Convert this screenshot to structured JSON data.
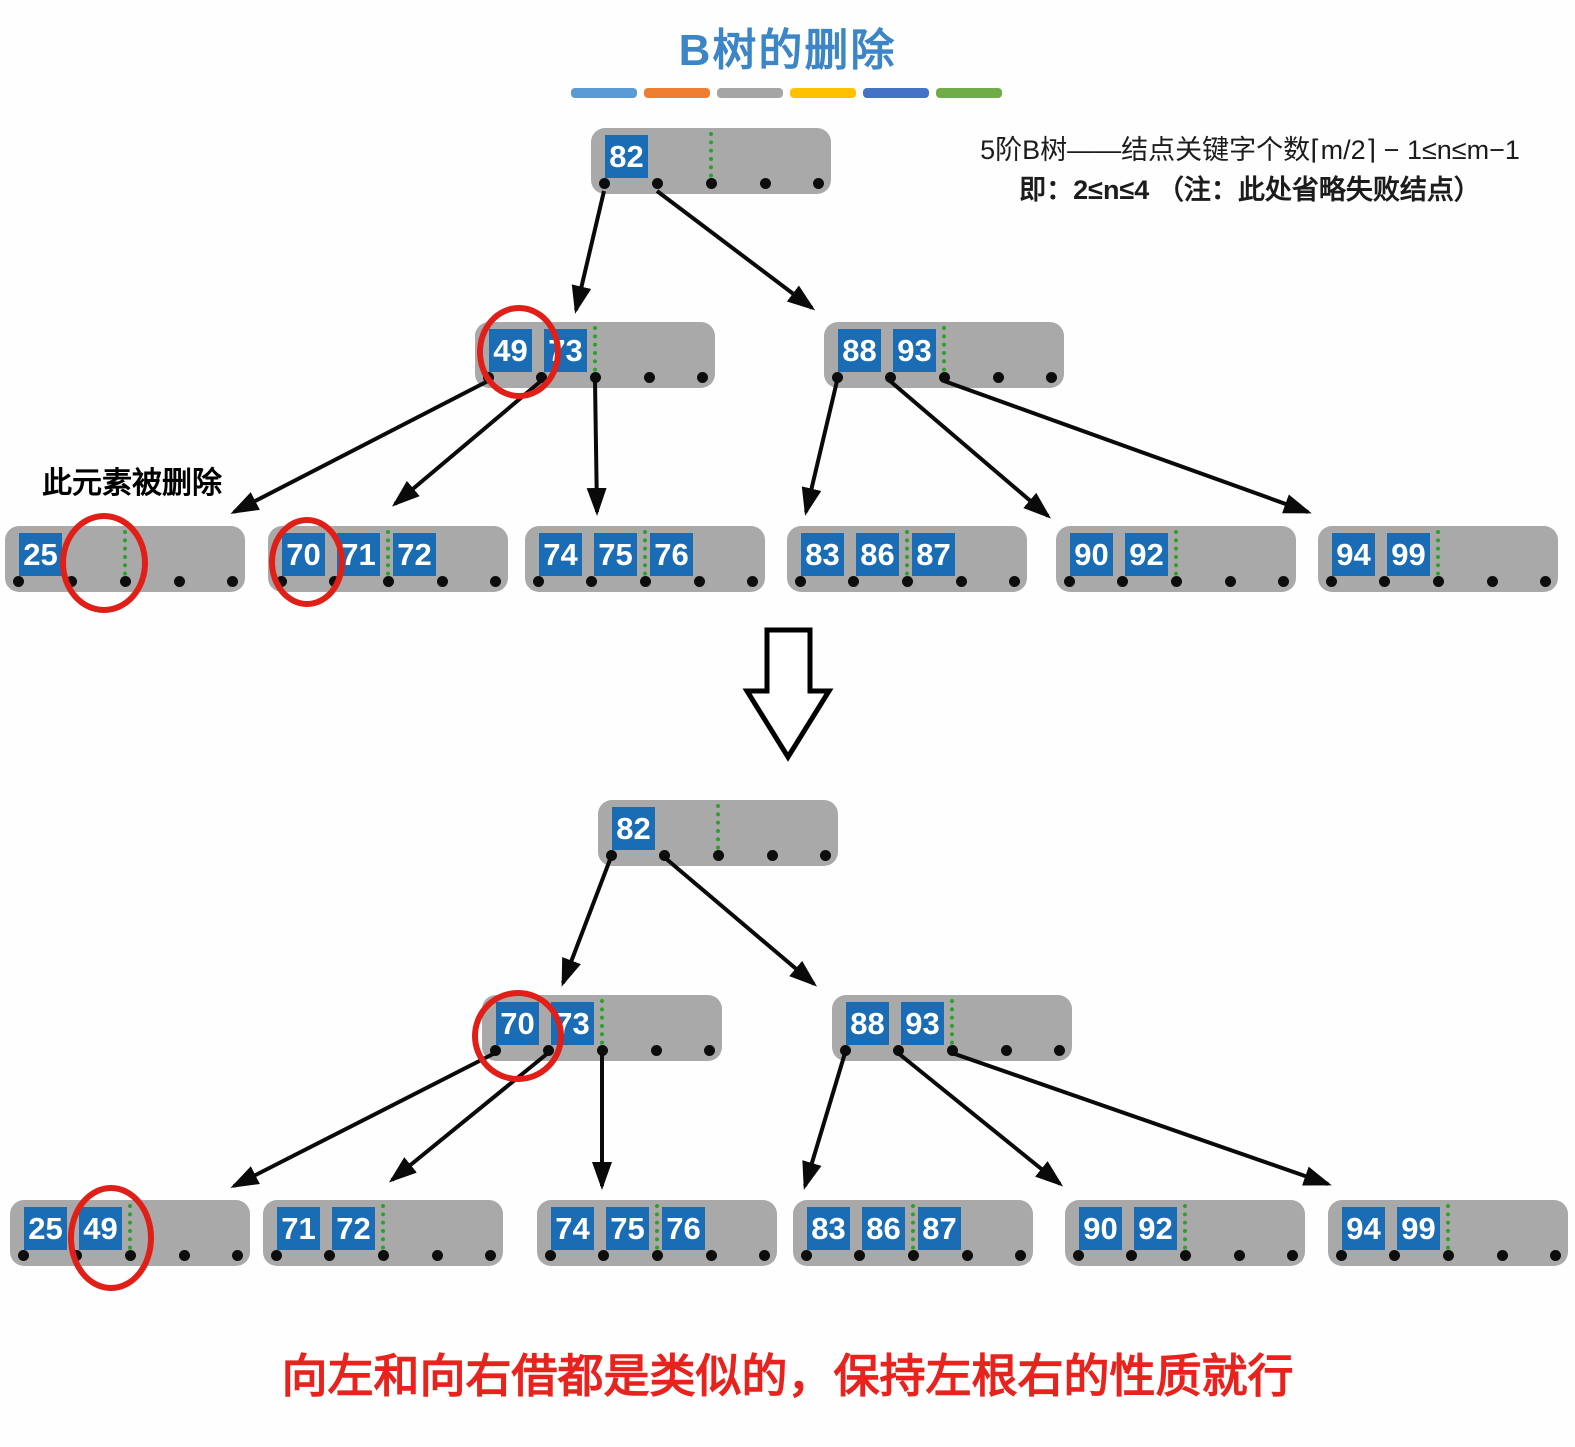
{
  "header": {
    "title": "B树的删除",
    "underline_colors": [
      "#5b9bd5",
      "#ed7d31",
      "#a5a5a5",
      "#ffc000",
      "#4472c4",
      "#70ad47"
    ]
  },
  "note": {
    "line1": "5阶B树——结点关键字个数⌈m/2⌉ − 1≤n≤m−1",
    "line2": "即：2≤n≤4 （注：此处省略失败结点）"
  },
  "annotation": {
    "deleted_label": "此元素被删除"
  },
  "footer": {
    "caption": "向左和向右借都是类似的，保持左根右的性质就行"
  },
  "colors": {
    "node_gray": "#a9a9a9",
    "key_blue": "#1a6cb4",
    "divider_green": "#2ca02c",
    "highlight_red": "#e02018",
    "title_blue": "#3c86c7",
    "caption_red": "#e8231e"
  },
  "tree_before": {
    "root": {
      "keys": [
        "82"
      ]
    },
    "level2": [
      {
        "keys": [
          "49",
          "73"
        ]
      },
      {
        "keys": [
          "88",
          "93"
        ]
      }
    ],
    "leaves": [
      {
        "keys": [
          "25"
        ]
      },
      {
        "keys": [
          "70",
          "71",
          "72"
        ]
      },
      {
        "keys": [
          "74",
          "75",
          "76"
        ]
      },
      {
        "keys": [
          "83",
          "86",
          "87"
        ]
      },
      {
        "keys": [
          "90",
          "92"
        ]
      },
      {
        "keys": [
          "94",
          "99"
        ]
      }
    ],
    "highlighted_keys": [
      "49",
      "70",
      "deleted-slot"
    ]
  },
  "tree_after": {
    "root": {
      "keys": [
        "82"
      ]
    },
    "level2": [
      {
        "keys": [
          "70",
          "73"
        ]
      },
      {
        "keys": [
          "88",
          "93"
        ]
      }
    ],
    "leaves": [
      {
        "keys": [
          "25",
          "49"
        ]
      },
      {
        "keys": [
          "71",
          "72"
        ]
      },
      {
        "keys": [
          "74",
          "75",
          "76"
        ]
      },
      {
        "keys": [
          "83",
          "86",
          "87"
        ]
      },
      {
        "keys": [
          "90",
          "92"
        ]
      },
      {
        "keys": [
          "94",
          "99"
        ]
      }
    ],
    "highlighted_keys": [
      "70",
      "49"
    ]
  }
}
